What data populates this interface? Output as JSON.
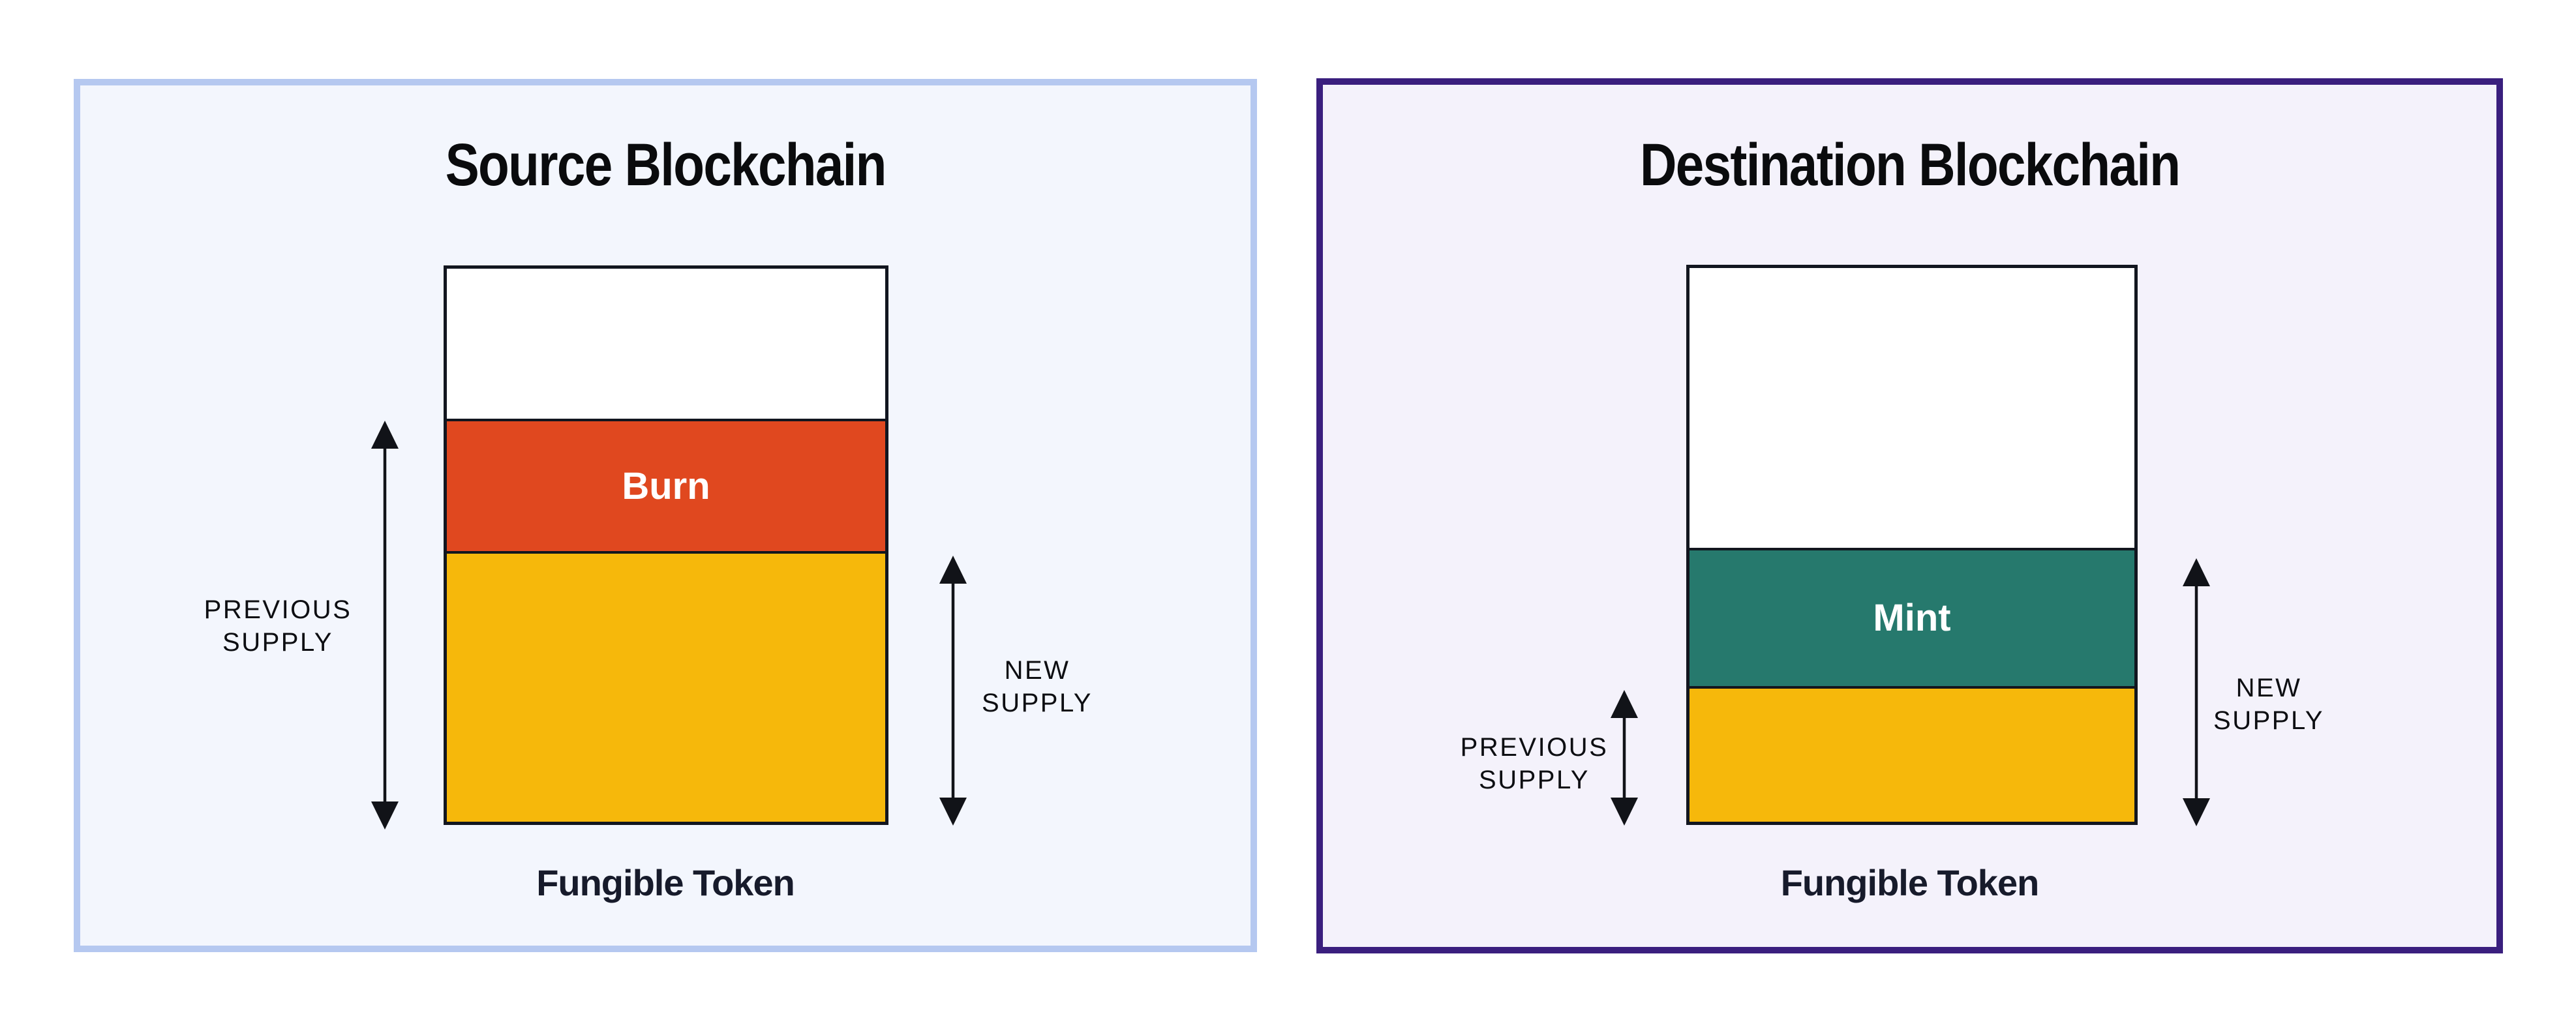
{
  "diagram": {
    "arrow_color": "#111318",
    "bar_outline": "#12161f"
  },
  "panels": [
    {
      "title": "Source Blockchain",
      "caption": "Fungible Token",
      "colors": {
        "background": "#f3f6fd",
        "border": "#b5c8f0"
      },
      "bar": {
        "segments": [
          {
            "name": "headroom",
            "label": "",
            "color": "#ffffff"
          },
          {
            "name": "burn",
            "label": "Burn",
            "color": "#e0481f",
            "label_color": "#ffffff"
          },
          {
            "name": "token-supply",
            "label": "",
            "color": "#f6b80b"
          }
        ]
      },
      "labels": {
        "previous_supply_line1": "PREVIOUS",
        "previous_supply_line2": "SUPPLY",
        "new_supply_line1": "NEW",
        "new_supply_line2": "SUPPLY"
      }
    },
    {
      "title": "Destination Blockchain",
      "caption": "Fungible Token",
      "colors": {
        "background": "#f4f2fb",
        "border": "#3a1f7e"
      },
      "bar": {
        "segments": [
          {
            "name": "headroom",
            "label": "",
            "color": "#ffffff"
          },
          {
            "name": "mint",
            "label": "Mint",
            "color": "#26796d",
            "label_color": "#ffffff"
          },
          {
            "name": "token-supply",
            "label": "",
            "color": "#f6b80b"
          }
        ]
      },
      "labels": {
        "previous_supply_line1": "PREVIOUS",
        "previous_supply_line2": "SUPPLY",
        "new_supply_line1": "NEW",
        "new_supply_line2": "SUPPLY"
      }
    }
  ]
}
